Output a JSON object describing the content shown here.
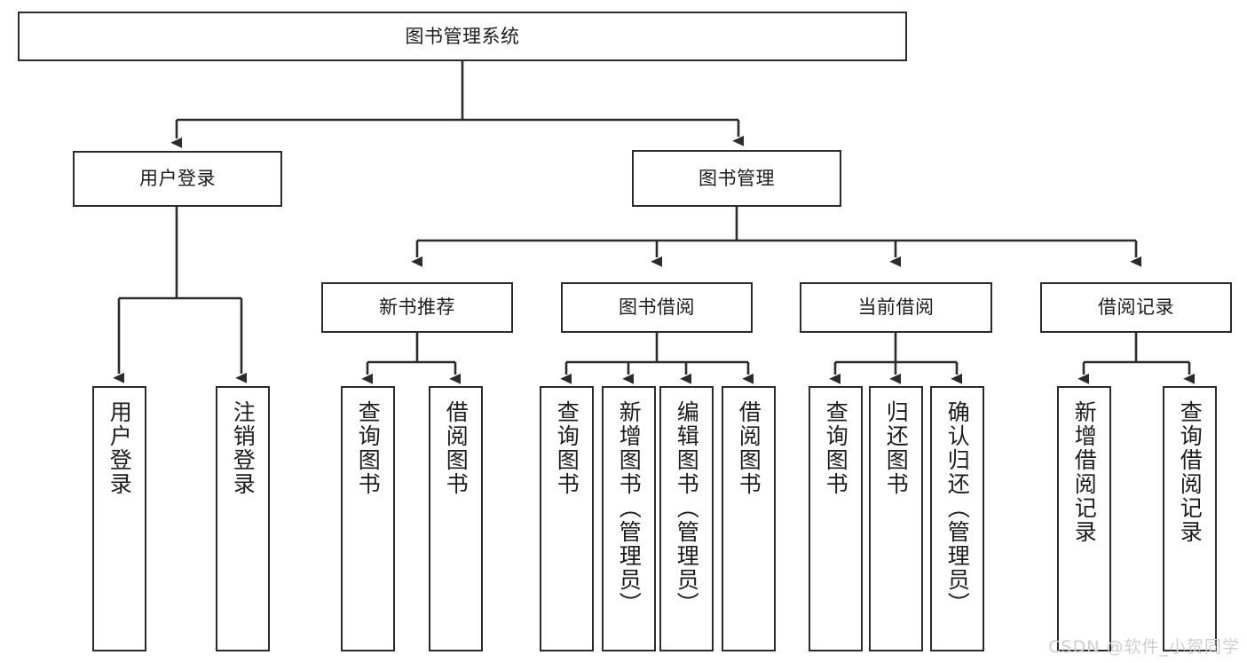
{
  "diagram": {
    "title": "图书管理系统",
    "type": "tree-hierarchy",
    "watermark": "CSDN @软件_小贺同学",
    "colors": {
      "background": "#ffffff",
      "box_border": "#2b2b2b",
      "box_fill": "#ffffff",
      "connector": "#2b2b2b",
      "text": "#1c1c1c",
      "watermark": "#cfcfcf"
    },
    "levels": {
      "root": {
        "label": "图书管理系统"
      },
      "level2": [
        {
          "label": "用户登录"
        },
        {
          "label": "图书管理"
        }
      ],
      "level3": [
        {
          "label": "新书推荐"
        },
        {
          "label": "图书借阅"
        },
        {
          "label": "当前借阅"
        },
        {
          "label": "借阅记录"
        }
      ],
      "leaves": {
        "user_login": [
          {
            "label": "用户登录"
          },
          {
            "label": "注销登录"
          }
        ],
        "new_book_recommend": [
          {
            "label": "查询图书"
          },
          {
            "label": "借阅图书"
          }
        ],
        "book_borrow": [
          {
            "label": "查询图书"
          },
          {
            "label": "新增图书（管理员）"
          },
          {
            "label": "编辑图书（管理员）"
          },
          {
            "label": "借阅图书"
          }
        ],
        "current_borrow": [
          {
            "label": "查询图书"
          },
          {
            "label": "归还图书"
          },
          {
            "label": "确认归还（管理员）"
          }
        ],
        "borrow_record": [
          {
            "label": "新增借阅记录"
          },
          {
            "label": "查询借阅记录"
          }
        ]
      }
    }
  }
}
